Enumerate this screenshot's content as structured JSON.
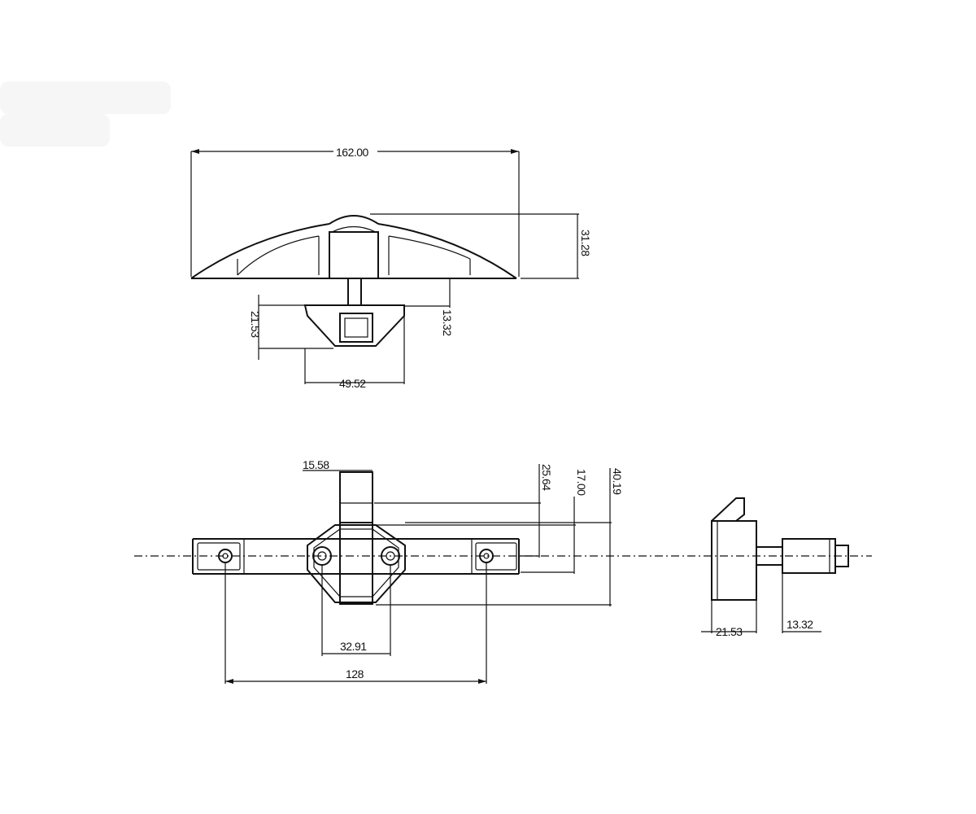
{
  "top_view": {
    "dim_width": "162.00",
    "dim_height": "31.28",
    "dim_left_depth": "21.53",
    "dim_right_depth": "13.32",
    "dim_base_width": "49.52"
  },
  "front_view": {
    "dim_button": "15.58",
    "dim_a": "25.64",
    "dim_b": "17.00",
    "dim_c": "40.19",
    "dim_center": "32.91",
    "dim_holes": "128"
  },
  "side_view": {
    "dim_left": "21.53",
    "dim_right": "13.32"
  }
}
